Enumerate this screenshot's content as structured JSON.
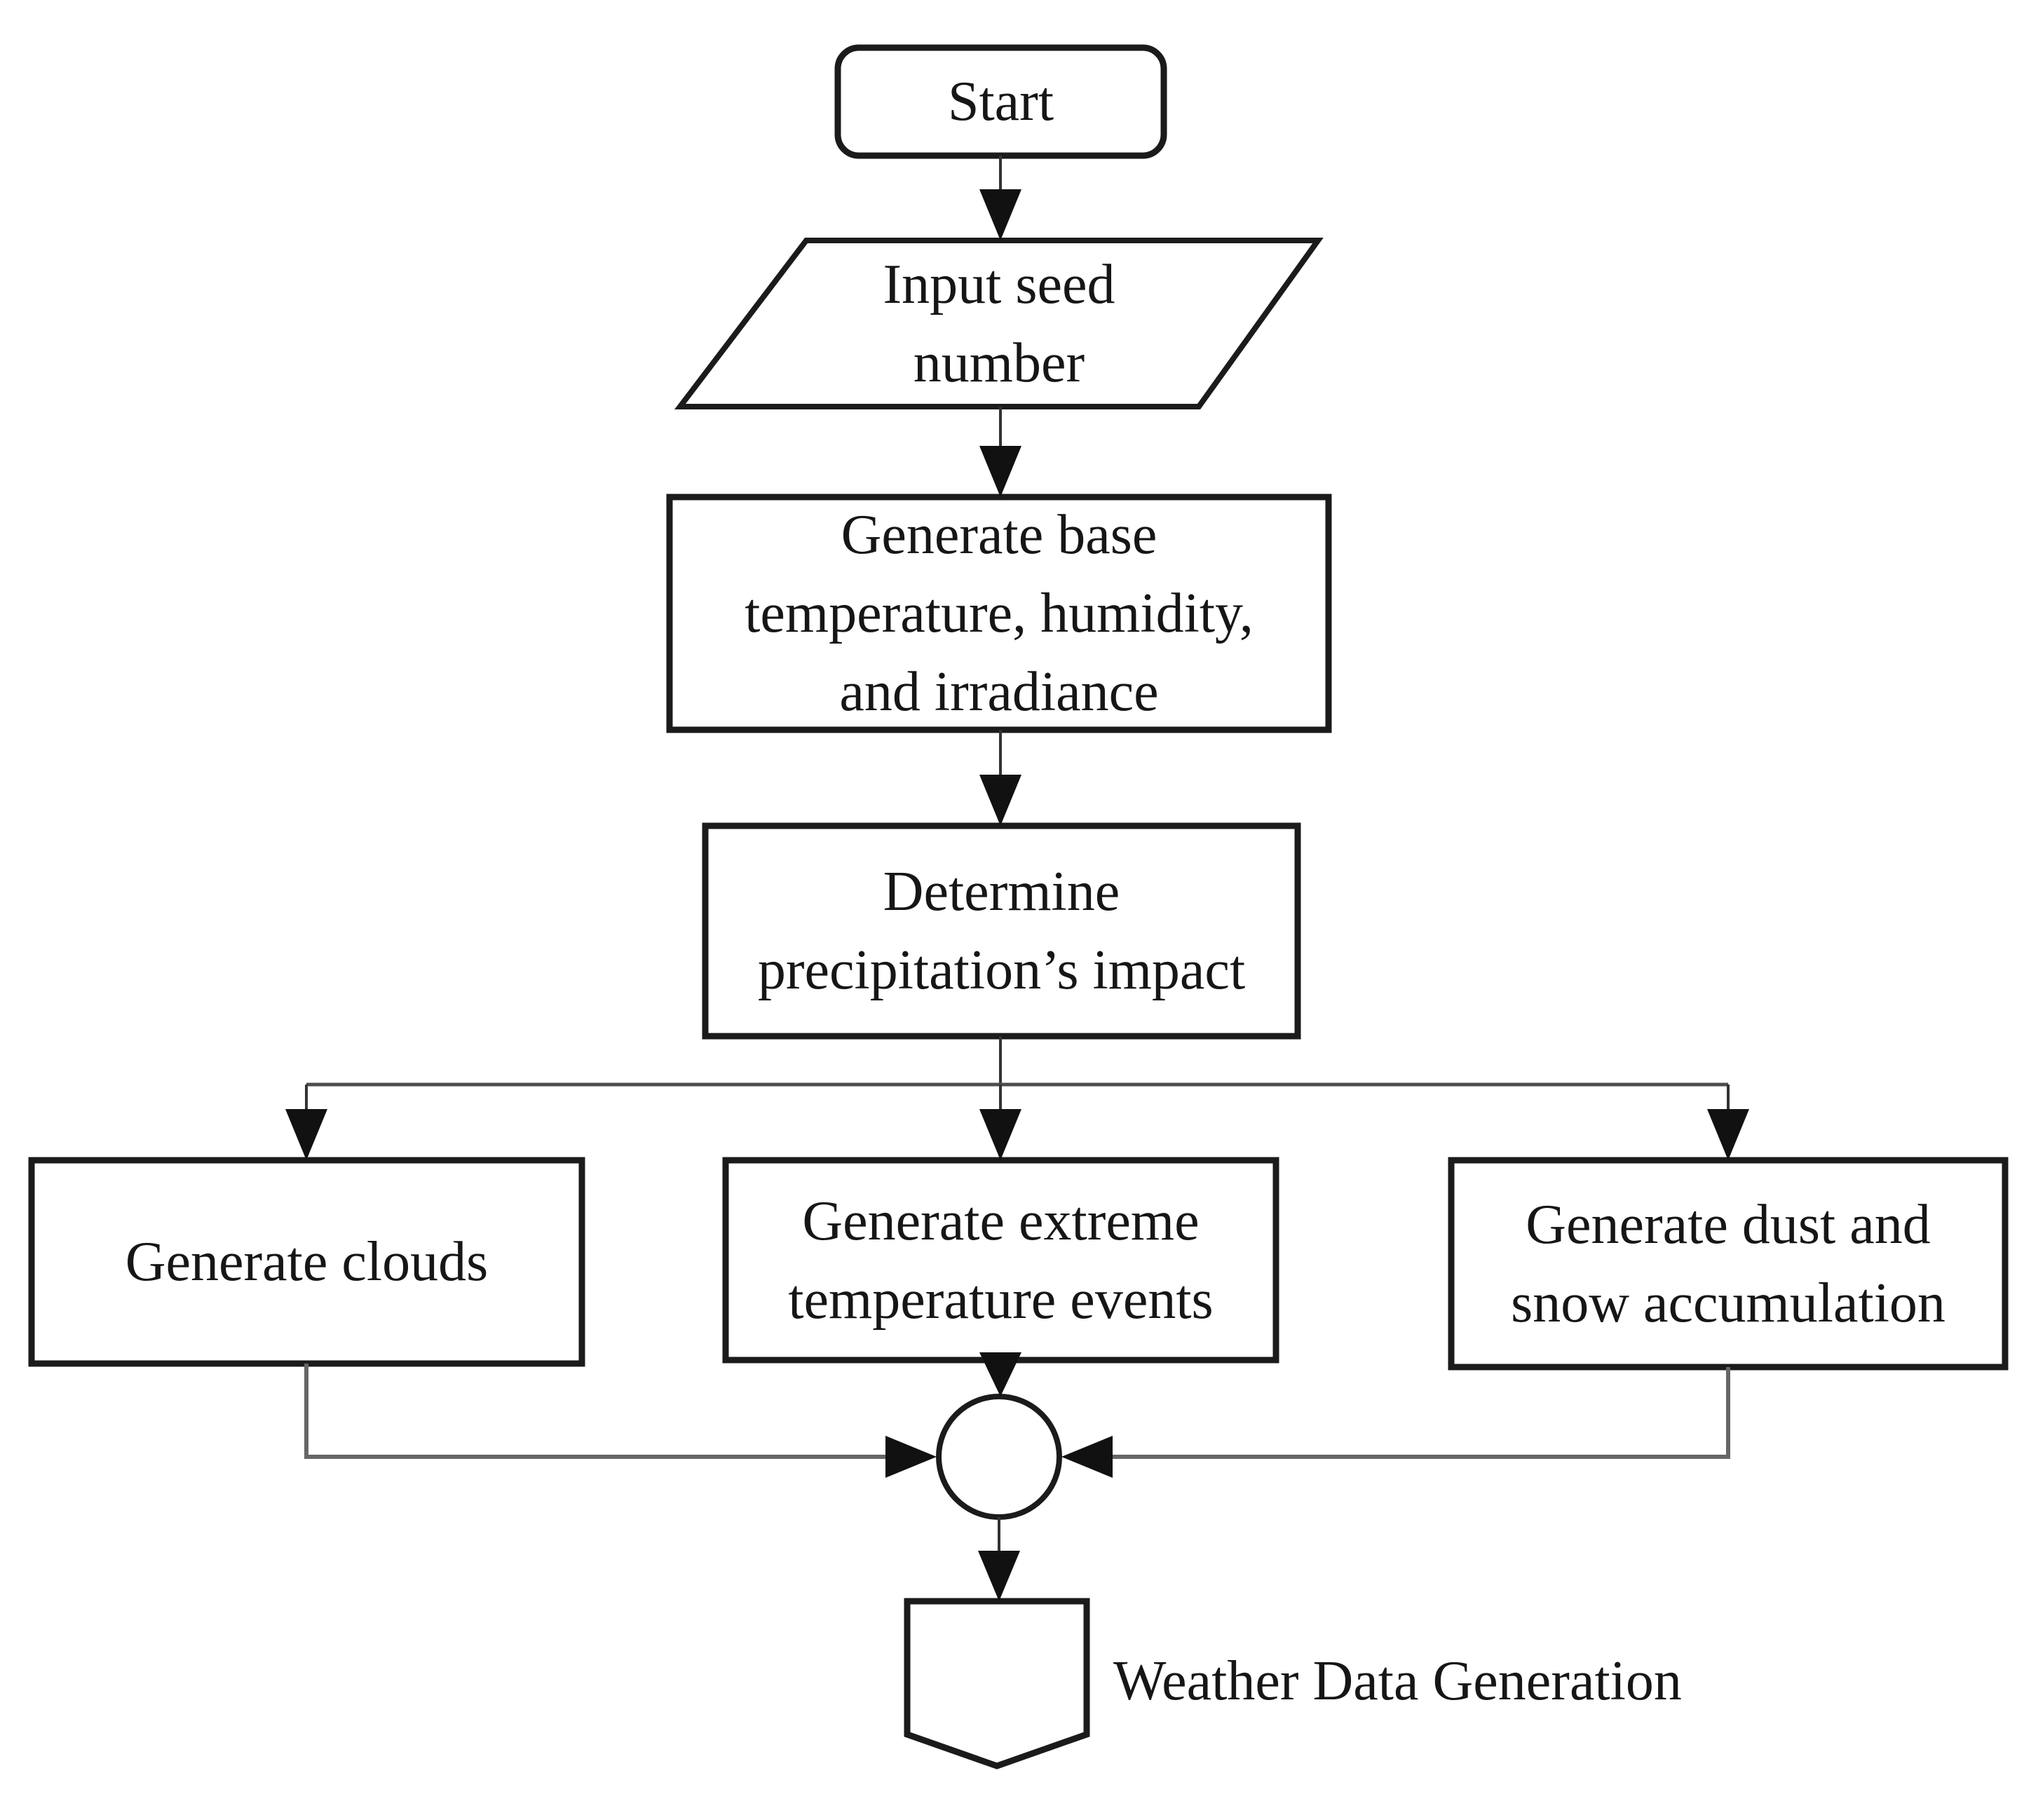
{
  "figure": {
    "type": "flowchart",
    "background": "#ffffff"
  },
  "colors": {
    "box_border": "#1b1b1b",
    "box_fill": "#ffffff",
    "text": "#161616",
    "connector": "#333333",
    "merge_connector_line": "#666666"
  },
  "nodes": {
    "start": {
      "shape": "rounded-rectangle",
      "label": "Start"
    },
    "input_seed": {
      "shape": "parallelogram",
      "label": "Input seed\nnumber"
    },
    "generate_base": {
      "shape": "rectangle",
      "label": "Generate base\ntemperature, humidity,\nand irradiance"
    },
    "determine_precipitation": {
      "shape": "rectangle",
      "label": "Determine\nprecipitation’s impact"
    },
    "generate_clouds": {
      "shape": "rectangle",
      "label": "Generate clouds"
    },
    "generate_extreme_temperature": {
      "shape": "rectangle",
      "label": "Generate extreme\ntemperature events"
    },
    "generate_dust_snow": {
      "shape": "rectangle",
      "label": "Generate dust and\nsnow accumulation"
    },
    "merge_connector": {
      "shape": "circle",
      "label": ""
    },
    "weather_output": {
      "shape": "off-page-connector",
      "label": "Weather Data Generation"
    }
  },
  "edges": [
    {
      "from": "start",
      "to": "input_seed"
    },
    {
      "from": "input_seed",
      "to": "generate_base"
    },
    {
      "from": "generate_base",
      "to": "determine_precipitation"
    },
    {
      "from": "determine_precipitation",
      "to": "generate_clouds"
    },
    {
      "from": "determine_precipitation",
      "to": "generate_extreme_temperature"
    },
    {
      "from": "determine_precipitation",
      "to": "generate_dust_snow"
    },
    {
      "from": "generate_clouds",
      "to": "merge_connector"
    },
    {
      "from": "generate_extreme_temperature",
      "to": "merge_connector"
    },
    {
      "from": "generate_dust_snow",
      "to": "merge_connector"
    },
    {
      "from": "merge_connector",
      "to": "weather_output"
    }
  ]
}
